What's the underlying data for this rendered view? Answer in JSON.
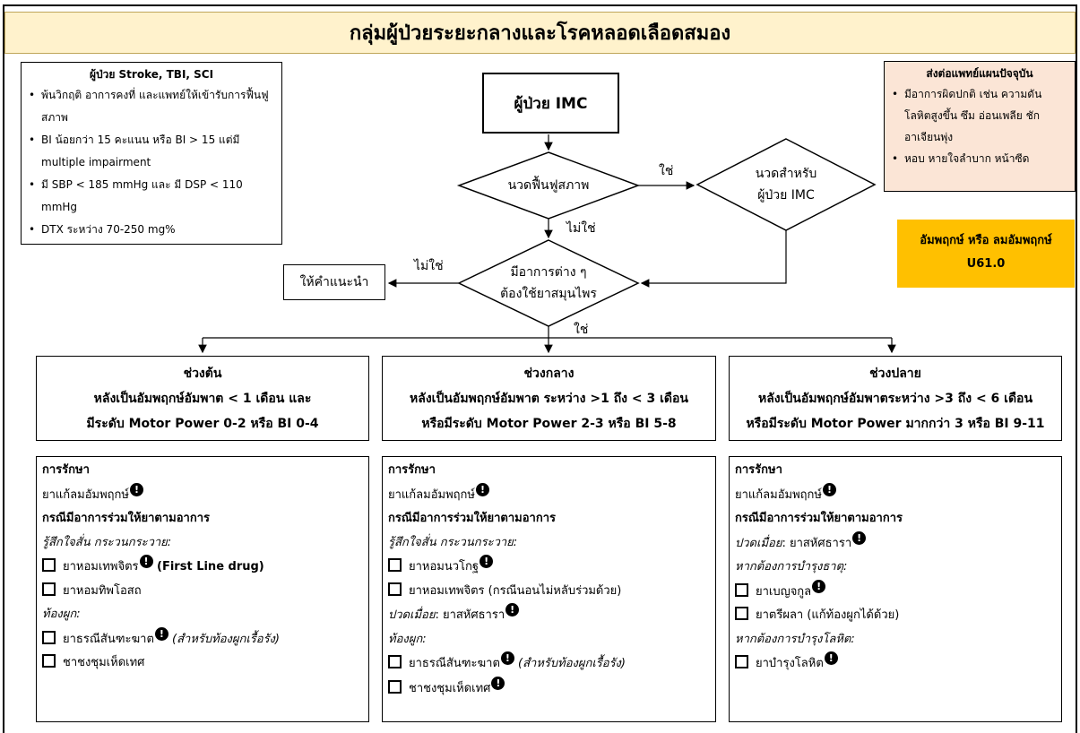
{
  "title": "กลุ่มผู้ป่วยระยะกลางและโรคหลอดเลือดสมอง",
  "criteria": {
    "heading": "ผู้ป่วย Stroke, TBI, SCI",
    "items": [
      "พ้นวิกฤติ อาการคงที่ และแพทย์ให้เข้ารับการฟื้นฟูสภาพ",
      "BI น้อยกว่า 15 คะแนน หรือ BI > 15 แต่มี multiple impairment",
      "มี SBP < 185 mmHg และ มี DSP < 110 mmHg",
      "DTX ระหว่าง 70-250 mg%"
    ]
  },
  "refer": {
    "heading": "ส่งต่อแพทย์แผนปัจจุบัน",
    "items": [
      "มีอาการผิดปกติ เช่น ความดันโลหิตสูงขึ้น ซึม อ่อนเพลีย ชัก อาเจียนพุ่ง",
      "หอบ หายใจลำบาก หน้าซีด"
    ]
  },
  "icd": {
    "line1": "อัมพฤกษ์ หรือ ลมอัมพฤกษ์",
    "line2": "U61.0"
  },
  "flow": {
    "start": "ผู้ป่วย IMC",
    "decision1": "นวดฟื้นฟูสภาพ",
    "decision2_line1": "นวดสำหรับ",
    "decision2_line2": "ผู้ป่วย IMC",
    "decision3_line1": "มีอาการต่าง ๆ",
    "decision3_line2": "ต้องใช้ยาสมุนไพร",
    "advice": "ให้คำแนะนำ",
    "yes": "ใช่",
    "no": "ไม่ใช่"
  },
  "phases": [
    {
      "name": "ช่วงต้น",
      "line2": "หลังเป็นอัมพฤกษ์อัมพาต  < 1 เดือน และ",
      "line3": "มีระดับ Motor Power 0-2 หรือ BI 0-4"
    },
    {
      "name": "ช่วงกลาง",
      "line2": "หลังเป็นอัมพฤกษ์อัมพาต ระหว่าง >1 ถึง < 3 เดือน",
      "line3": "หรือมีระดับ Motor Power 2-3 หรือ BI 5-8"
    },
    {
      "name": "ช่วงปลาย",
      "line2": "หลังเป็นอัมพฤกษ์อัมพาตระหว่าง >3 ถึง < 6 เดือน",
      "line3": "หรือมีระดับ Motor Power มากกว่า 3 หรือ BI 9-11"
    }
  ],
  "treatment": {
    "heading": "การรักษา",
    "main_drug": "ยาแก้ลมอัมพฤกษ์",
    "symptom_heading": "กรณีมีอาการร่วมให้ยาตามอาการ"
  },
  "early": {
    "sub1": "รู้สึกใจสั่น กระวนกระวาย:",
    "drug1": "ยาหอมเทพจิตร",
    "drug1_note": " (First Line drug)",
    "drug2": "ยาหอมทิพโอสถ",
    "sub2": "ท้องผูก:",
    "drug3": "ยาธรณีสันฑะฆาต",
    "drug3_note": " (สำหรับท้องผูกเรื้อรัง)",
    "drug4": "ชาชงชุมเห็ดเทศ"
  },
  "middle": {
    "sub1": "รู้สึกใจสั่น กระวนกระวาย:",
    "drug1": "ยาหอมนวโกฐ",
    "drug2": "ยาหอมเทพจิตร (กรณีนอนไม่หลับร่วมด้วย)",
    "sub2_label": "ปวดเมื่อย",
    "sub2_rest": ": ยาสหัศธารา",
    "sub3": "ท้องผูก:",
    "drug3": "ยาธรณีสันฑะฆาต",
    "drug3_note": " (สำหรับท้องผูกเรื้อรัง)",
    "drug4": "ชาชงชุมเห็ดเทศ"
  },
  "late": {
    "sub1_label": "ปวดเมื่อย",
    "sub1_rest": ": ยาสหัศธารา",
    "sub2": "หากต้องการบำรุงธาตุ:",
    "drug1": "ยาเบญจกูล",
    "drug2": "ยาตรีผลา (แก้ท้องผูกได้ด้วย)",
    "sub3": "หากต้องการบำรุงโลหิต:",
    "drug3": "ยาบำรุงโลหิต"
  },
  "colors": {
    "title_bg": "#fff2cc",
    "refer_bg": "#fbe5d6",
    "icd_bg": "#ffc000"
  }
}
